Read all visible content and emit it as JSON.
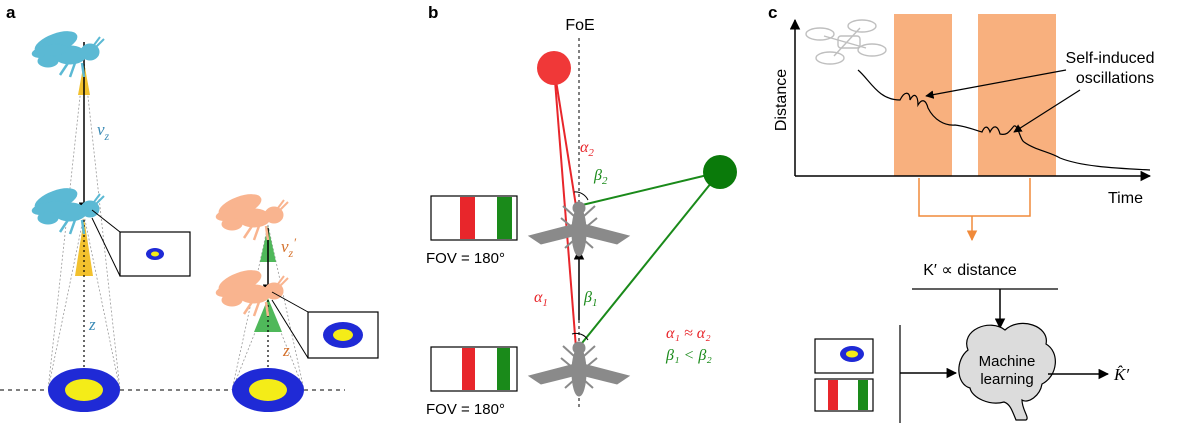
{
  "panels": {
    "a": {
      "letter": "a",
      "speed_label": "v",
      "speed_sub": "z",
      "speed2_label": "v",
      "speed2_sub": "z",
      "speed2_prime": "′",
      "dist_label": "z",
      "dist2_label": "z"
    },
    "b": {
      "letter": "b",
      "foe_label": "FoE",
      "fov_top": "FOV = 180°",
      "fov_bottom": "FOV = 180°",
      "alpha2": "α",
      "alpha2_sub": "2",
      "beta2": "β",
      "beta2_sub": "2",
      "alpha1": "α",
      "alpha1_sub": "1",
      "beta1": "β",
      "beta1_sub": "1",
      "rel1": "α₁ ≈ α₂",
      "rel2": "β₁ < β₂"
    },
    "c": {
      "letter": "c",
      "ylabel": "Distance",
      "xlabel": "Time",
      "annot_line1": "Self-induced",
      "annot_line2": "oscillations",
      "k_text": "K′ ∝ distance",
      "brain_line1": "Machine",
      "brain_line2": "learning",
      "k_hat": "K̂′"
    }
  },
  "colors": {
    "bee_blue": "#5bb9d4",
    "bee_orange": "#f9b48f",
    "cone_yellow": "#f2c12e",
    "cone_green": "#4fb85a",
    "target_blue": "#1f2ad6",
    "target_yellow": "#f4ec18",
    "red": "#e8262b",
    "green": "#1a8a1a",
    "orange_band": "#f8b07e",
    "orange_line": "#f08a3a",
    "text_blue": "#3a8ab5",
    "text_orange": "#d4702a"
  }
}
